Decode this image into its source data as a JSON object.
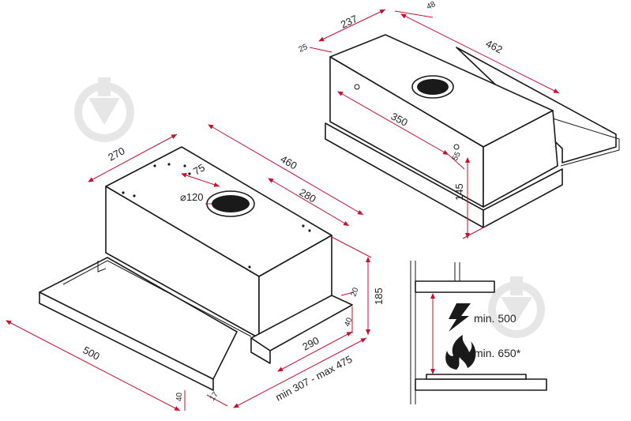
{
  "colors": {
    "dimension": "#c8102e",
    "outline": "#1a1a1a",
    "watermark": "#e6e6e6"
  },
  "top_view": {
    "width": "237",
    "side": "48",
    "depth": "462",
    "offset_small": "25",
    "outlet_spacing": "350",
    "front": "55",
    "height": "145"
  },
  "main_view": {
    "width": "270",
    "depth": "460",
    "outlet_offset": "75",
    "outlet_diameter": "⌀120",
    "outlet_depth": "280",
    "height": "185",
    "visor_depth": "500",
    "visor_thickness": "40",
    "visor_lip": "17",
    "slide": "290",
    "slide_height": "40",
    "slide_offset": "20",
    "extension": "min 307 - max 475"
  },
  "clearance": {
    "electric": "min. 500",
    "gas": "min. 650*",
    "electric_icon": "lightning-icon",
    "gas_icon": "flame-icon"
  }
}
